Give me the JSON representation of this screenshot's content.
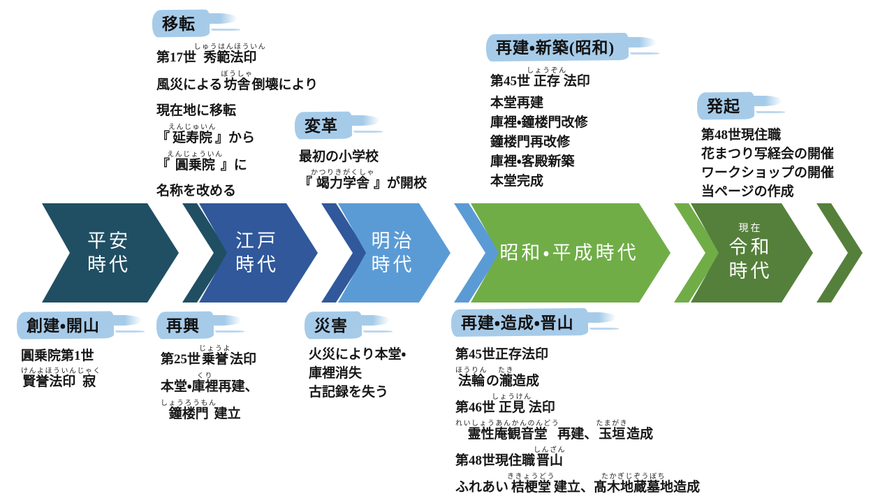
{
  "style": {
    "highlight": "#A6CBE9",
    "background": "#FFFFFF"
  },
  "timeline": {
    "eras": [
      {
        "label": "平安時代",
        "lines": [
          "平安",
          "時代"
        ],
        "super": "",
        "color": "#204F63"
      },
      {
        "label": "江戸時代",
        "lines": [
          "江戸",
          "時代"
        ],
        "super": "",
        "color": "#30589B"
      },
      {
        "label": "明治時代",
        "lines": [
          "明治",
          "時代"
        ],
        "super": "",
        "color": "#5B9BD5"
      },
      {
        "label": "昭和・平成時代",
        "lines": [
          "昭和・平成時代"
        ],
        "super": "",
        "color": "#70AD47"
      },
      {
        "label": "令和時代",
        "lines": [
          "令和",
          "時代"
        ],
        "super": "現在",
        "color": "#55803B"
      }
    ]
  },
  "events": {
    "iten": {
      "title": "移転",
      "lines": [
        [
          {
            "t": "第17世"
          },
          {
            "t": "秀範法印",
            "r": "しゅうはんほういん"
          }
        ],
        [
          {
            "t": "風災による"
          },
          {
            "t": "坊舎",
            "r": "ぼうしゃ"
          },
          {
            "t": "倒壊により"
          }
        ],
        [
          {
            "t": "現在地に移転"
          }
        ],
        [
          {
            "t": "『"
          },
          {
            "t": "延寿院",
            "r": "えんじゅいん"
          },
          {
            "t": "』から"
          }
        ],
        [
          {
            "t": "『"
          },
          {
            "t": "圓乗院",
            "r": "えんじょういん"
          },
          {
            "t": "』に"
          }
        ],
        [
          {
            "t": "名称を改める"
          }
        ]
      ]
    },
    "henkaku": {
      "title": "変革",
      "lines": [
        [
          {
            "t": "最初の小学校"
          }
        ],
        [
          {
            "t": "『"
          },
          {
            "t": "竭力学舎",
            "r": "かつりきがくしゃ"
          },
          {
            "t": "』が開校"
          }
        ]
      ]
    },
    "saiken_shinchiku": {
      "title": "再建・新築(昭和)",
      "lines": [
        [
          {
            "t": "第45世"
          },
          {
            "t": "正存",
            "r": "しょうぞん"
          },
          {
            "t": "法印"
          }
        ],
        [
          {
            "t": "本堂再建"
          }
        ],
        [
          {
            "t": "庫裡・鐘楼門改修"
          }
        ],
        [
          {
            "t": "鐘楼門再改修"
          }
        ],
        [
          {
            "t": "庫裡・客殿新築"
          }
        ],
        [
          {
            "t": "本堂完成"
          }
        ]
      ]
    },
    "hokki": {
      "title": "発起",
      "lines": [
        [
          {
            "t": "第48世現住職"
          }
        ],
        [
          {
            "t": "花まつり写経会の開催"
          }
        ],
        [
          {
            "t": "ワークショップの開催"
          }
        ],
        [
          {
            "t": "当ページの作成"
          }
        ]
      ]
    },
    "souken": {
      "title": "創建・開山",
      "lines": [
        [
          {
            "t": "圓乗院第1世"
          }
        ],
        [
          {
            "t": "賢誉法印",
            "r": "けんよほういん"
          },
          {
            "t": "寂",
            "r": "じゃく"
          }
        ]
      ]
    },
    "saikou": {
      "title": "再興",
      "lines": [
        [
          {
            "t": "第25世"
          },
          {
            "t": "乗誉",
            "r": "じょうよ"
          },
          {
            "t": "法印"
          }
        ],
        [
          {
            "t": "本堂・"
          },
          {
            "t": "庫裡",
            "r": "くり"
          },
          {
            "t": "再建、"
          }
        ],
        [
          {
            "t": "鐘楼門",
            "r": "しょうろうもん"
          },
          {
            "t": "建立"
          }
        ]
      ]
    },
    "saigai": {
      "title": "災害",
      "lines": [
        [
          {
            "t": "火災により本堂・"
          }
        ],
        [
          {
            "t": "庫裡消失"
          }
        ],
        [
          {
            "t": "古記録を失う"
          }
        ]
      ]
    },
    "saiken_zousei": {
      "title": "再建・造成・晋山",
      "lines": [
        [
          {
            "t": "第45世正存法印"
          }
        ],
        [
          {
            "t": "法輪",
            "r": "ほうりん"
          },
          {
            "t": "の"
          },
          {
            "t": "瀧",
            "r": "たき"
          },
          {
            "t": "造成"
          }
        ],
        [
          {
            "t": "第46世"
          },
          {
            "t": "正見",
            "r": "しょうけん"
          },
          {
            "t": "法印"
          }
        ],
        [
          {
            "t": "霊性庵観音堂",
            "r": "れいしょうあんかんのんどう"
          },
          {
            "t": "再建、"
          },
          {
            "t": "玉垣",
            "r": "たまがき"
          },
          {
            "t": "造成"
          }
        ],
        [
          {
            "t": "第48世現住職"
          },
          {
            "t": "晋山",
            "r": "しんざん"
          }
        ],
        [
          {
            "t": "ふれあい"
          },
          {
            "t": "桔梗堂",
            "r": "ききょうどう"
          },
          {
            "t": "建立、"
          },
          {
            "t": "髙木地蔵墓地",
            "r": "たかぎじぞうぼち"
          },
          {
            "t": "造成"
          }
        ]
      ]
    }
  }
}
